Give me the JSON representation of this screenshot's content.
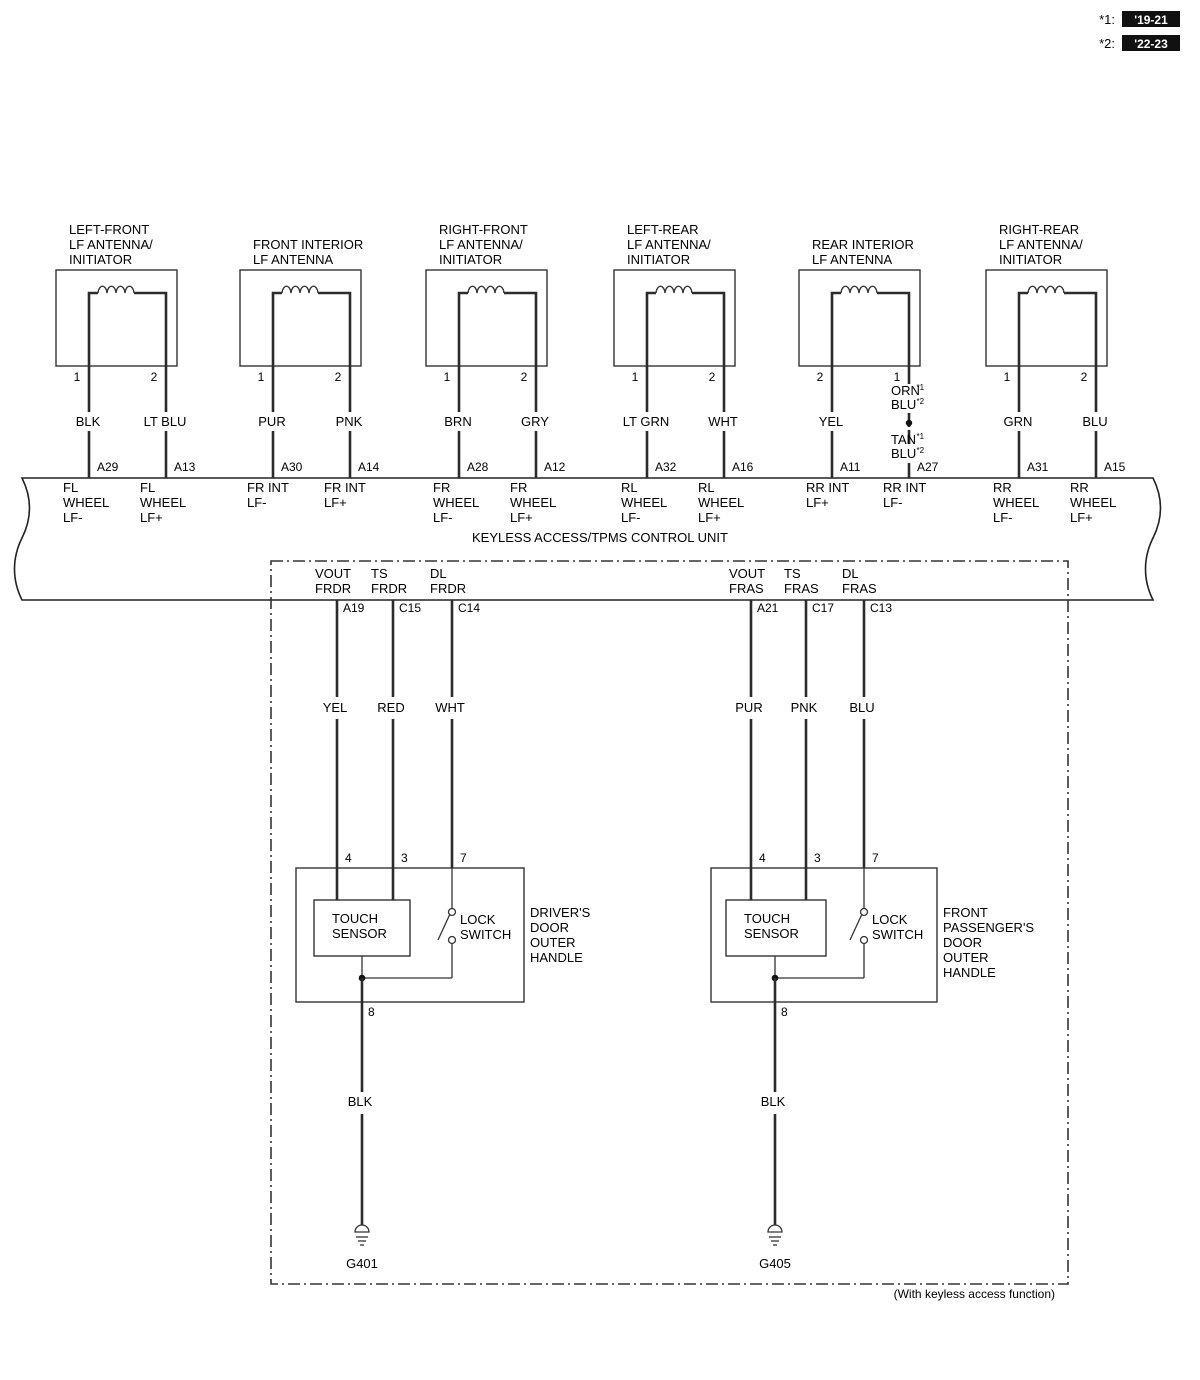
{
  "legend": [
    {
      "key": "*1:",
      "value": "'19-21"
    },
    {
      "key": "*2:",
      "value": "'22-23"
    }
  ],
  "antennas": [
    {
      "title": [
        "LEFT-FRONT",
        "LF ANTENNA/",
        "INITIATOR"
      ],
      "pins": [
        {
          "num": "1",
          "wire": "BLK",
          "term": "A29",
          "sig": [
            "FL",
            "WHEEL",
            "LF-"
          ]
        },
        {
          "num": "2",
          "wire": "LT BLU",
          "term": "A13",
          "sig": [
            "FL",
            "WHEEL",
            "LF+"
          ]
        }
      ]
    },
    {
      "title": [
        "FRONT INTERIOR",
        "LF ANTENNA"
      ],
      "pins": [
        {
          "num": "1",
          "wire": "PUR",
          "term": "A30",
          "sig": [
            "FR INT",
            "LF-"
          ]
        },
        {
          "num": "2",
          "wire": "PNK",
          "term": "A14",
          "sig": [
            "FR INT",
            "LF+"
          ]
        }
      ]
    },
    {
      "title": [
        "RIGHT-FRONT",
        "LF ANTENNA/",
        "INITIATOR"
      ],
      "pins": [
        {
          "num": "1",
          "wire": "BRN",
          "term": "A28",
          "sig": [
            "FR",
            "WHEEL",
            "LF-"
          ]
        },
        {
          "num": "2",
          "wire": "GRY",
          "term": "A12",
          "sig": [
            "FR",
            "WHEEL",
            "LF+"
          ]
        }
      ]
    },
    {
      "title": [
        "LEFT-REAR",
        "LF ANTENNA/",
        "INITIATOR"
      ],
      "pins": [
        {
          "num": "1",
          "wire": "LT GRN",
          "term": "A32",
          "sig": [
            "RL",
            "WHEEL",
            "LF-"
          ]
        },
        {
          "num": "2",
          "wire": "WHT",
          "term": "A16",
          "sig": [
            "RL",
            "WHEEL",
            "LF+"
          ]
        }
      ]
    },
    {
      "title": [
        "REAR INTERIOR",
        "LF ANTENNA"
      ],
      "pins": [
        {
          "num": "2",
          "wire": "YEL",
          "term": "A11",
          "sig": [
            "RR INT",
            "LF+"
          ]
        },
        {
          "num": "1",
          "wire": "",
          "term": "A27",
          "sig": [
            "RR INT",
            "LF-"
          ]
        }
      ]
    },
    {
      "title": [
        "RIGHT-REAR",
        "LF ANTENNA/",
        "INITIATOR"
      ],
      "pins": [
        {
          "num": "1",
          "wire": "GRN",
          "term": "A31",
          "sig": [
            "RR",
            "WHEEL",
            "LF-"
          ]
        },
        {
          "num": "2",
          "wire": "BLU",
          "term": "A15",
          "sig": [
            "RR",
            "WHEEL",
            "LF+"
          ]
        }
      ]
    }
  ],
  "splice": {
    "upper": [
      {
        "color": "ORN",
        "mark": "*1"
      },
      {
        "color": "BLU",
        "mark": "*2"
      }
    ],
    "lower": [
      {
        "color": "TAN",
        "mark": "*1"
      },
      {
        "color": "BLU",
        "mark": "*2"
      }
    ]
  },
  "control_unit": "KEYLESS ACCESS/TPMS CONTROL UNIT",
  "handles": [
    {
      "name": [
        "DRIVER'S",
        "DOOR",
        "OUTER",
        "HANDLE"
      ],
      "signals": [
        {
          "sig": [
            "VOUT",
            "FRDR"
          ],
          "term": "A19",
          "wire": "YEL",
          "pin": "4"
        },
        {
          "sig": [
            "TS",
            "FRDR"
          ],
          "term": "C15",
          "wire": "RED",
          "pin": "3"
        },
        {
          "sig": [
            "DL",
            "FRDR"
          ],
          "term": "C14",
          "wire": "WHT",
          "pin": "7"
        }
      ],
      "touch_sensor": [
        "TOUCH",
        "SENSOR"
      ],
      "lock_switch": [
        "LOCK",
        "SWITCH"
      ],
      "ground_pin": "8",
      "ground_wire": "BLK",
      "ground": "G401"
    },
    {
      "name": [
        "FRONT",
        "PASSENGER'S",
        "DOOR",
        "OUTER",
        "HANDLE"
      ],
      "signals": [
        {
          "sig": [
            "VOUT",
            "FRAS"
          ],
          "term": "A21",
          "wire": "PUR",
          "pin": "4"
        },
        {
          "sig": [
            "TS",
            "FRAS"
          ],
          "term": "C17",
          "wire": "PNK",
          "pin": "3"
        },
        {
          "sig": [
            "DL",
            "FRAS"
          ],
          "term": "C13",
          "wire": "BLU",
          "pin": "7"
        }
      ],
      "touch_sensor": [
        "TOUCH",
        "SENSOR"
      ],
      "lock_switch": [
        "LOCK",
        "SWITCH"
      ],
      "ground_pin": "8",
      "ground_wire": "BLK",
      "ground": "G405"
    }
  ],
  "footnote": "(With keyless access function)"
}
